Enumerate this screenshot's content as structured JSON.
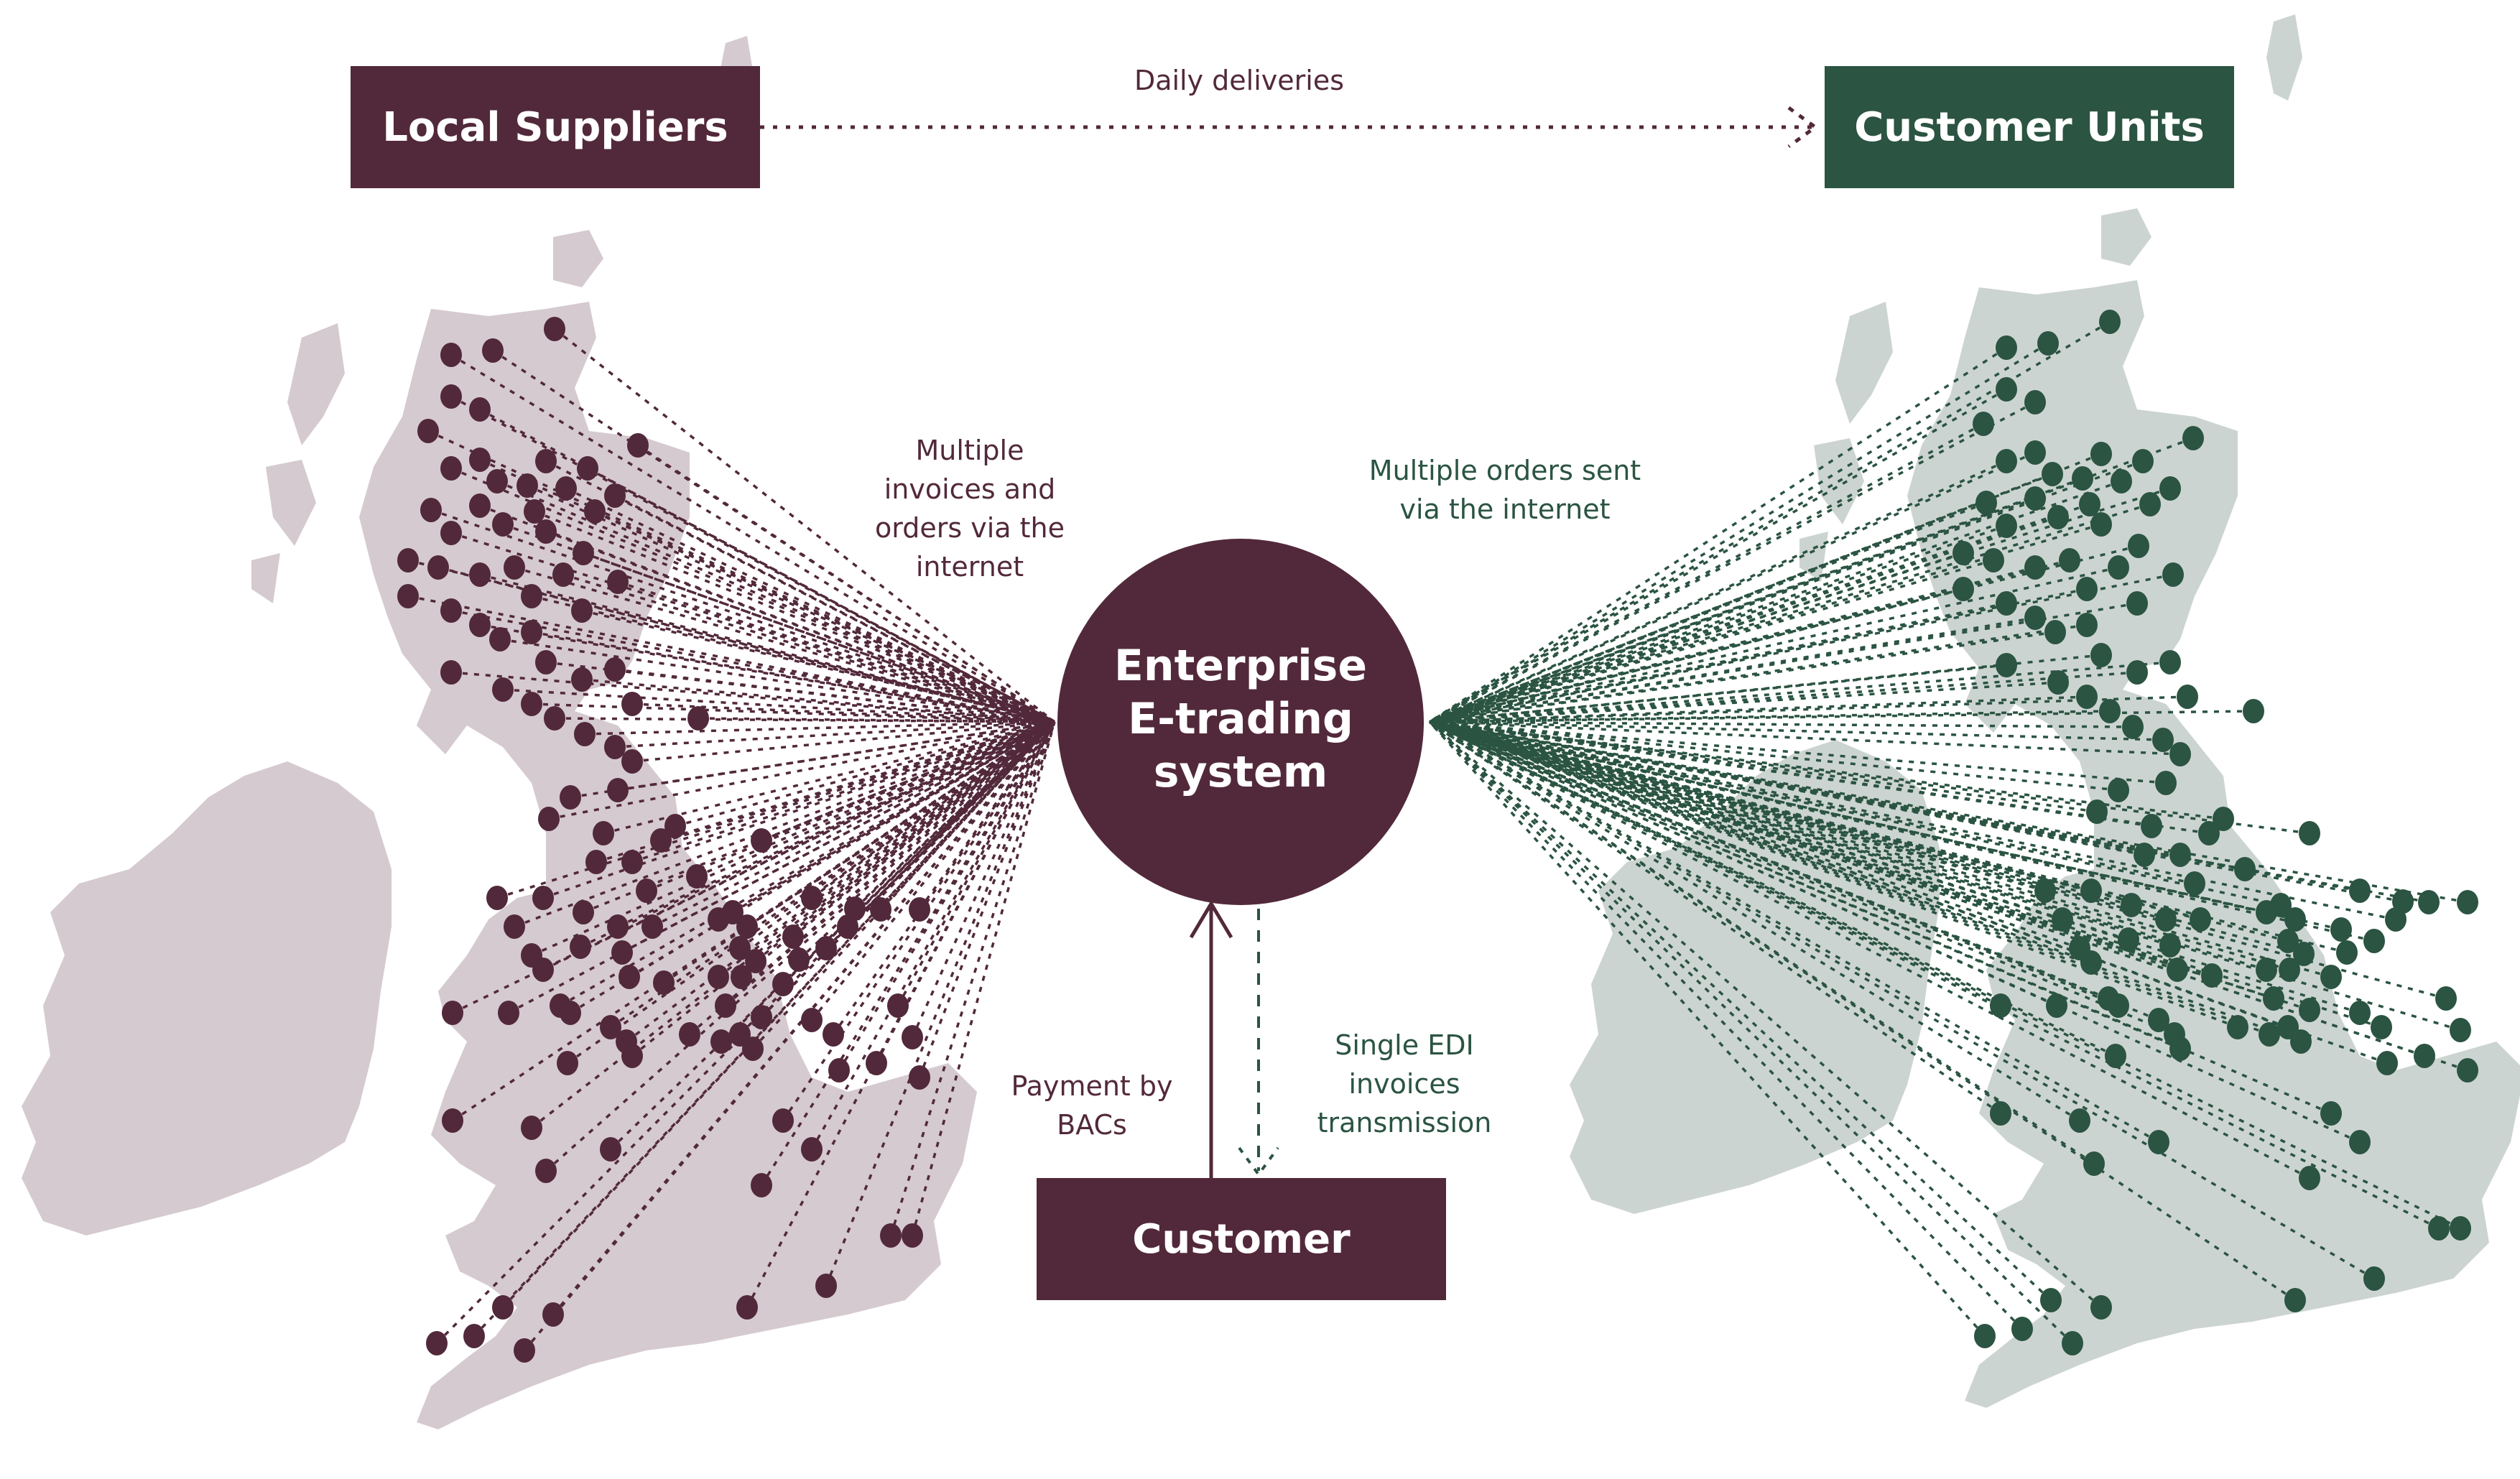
{
  "colors": {
    "maroon": "#52293a",
    "green": "#2b5442",
    "land_left": "#d5cacf",
    "land_right": "#ccd4d1"
  },
  "nodes": {
    "local_suppliers": "Local Suppliers",
    "customer_units": "Customer Units",
    "enterprise_system": "Enterprise\nE-trading\nsystem",
    "customer": "Customer"
  },
  "edges": {
    "daily_deliveries": "Daily deliveries",
    "invoices_orders": "Multiple\ninvoices and\norders via the\ninternet",
    "orders_sent": "Multiple orders sent\nvia the internet",
    "payment": "Payment by\nBACs",
    "edi": "Single EDI\ninvoices\ntransmission"
  },
  "maps": {
    "left": {
      "region": "UK & Ireland",
      "marker": "supplier locations"
    },
    "right": {
      "region": "UK & Ireland",
      "marker": "customer unit locations"
    }
  }
}
